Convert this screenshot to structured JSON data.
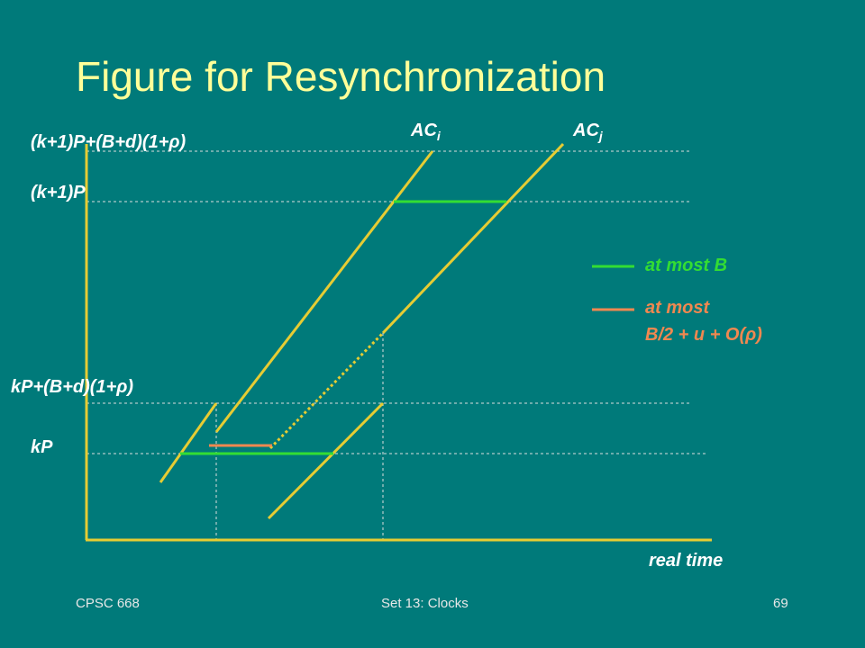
{
  "slide": {
    "title": "Figure for Resynchronization",
    "footer_left": "CPSC 668",
    "footer_center": "Set 13: Clocks",
    "footer_right": "69"
  },
  "diagram": {
    "y_labels": {
      "top_bound": "(k+1)P+(B+d)(1+ρ)",
      "top_level": "(k+1)P",
      "bottom_bound": "kP+(B+d)(1+ρ)",
      "bottom_level": "kP"
    },
    "x_axis_label": "real time",
    "clock_i": {
      "base": "AC",
      "sub": "i"
    },
    "clock_j": {
      "base": "AC",
      "sub": "j"
    },
    "legend": {
      "green": "at most B",
      "orange_line1": "at most",
      "orange_line2": "B/2 + u + O(ρ)"
    }
  },
  "colors": {
    "background": "#007a7a",
    "title": "#ffff99",
    "clock_lines": "#e6cc33",
    "green_interval": "#33dd33",
    "orange_interval": "#f08850",
    "guides": "#dddddd"
  }
}
